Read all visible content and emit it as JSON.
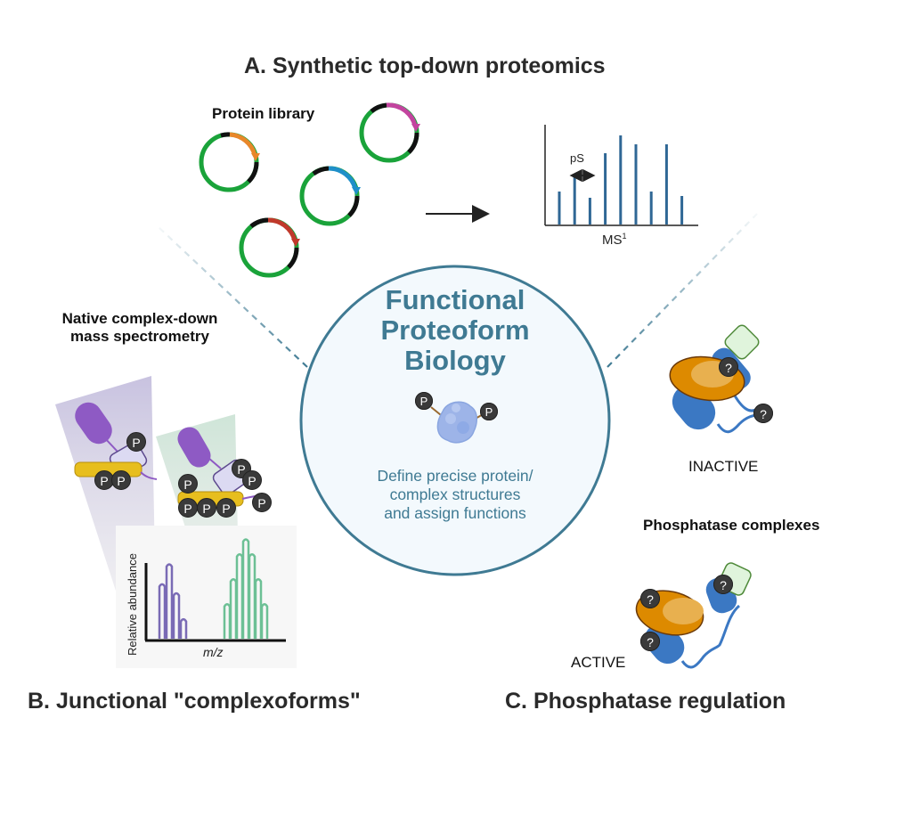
{
  "hub": {
    "title_lines": [
      "Functional",
      "Proteoform",
      "Biology"
    ],
    "description_lines": [
      "Define precise protein/",
      "complex structures",
      "and assign functions"
    ],
    "center_icon": "phosphorylated-protein-icon",
    "phospho_label": "P",
    "colors": {
      "circle_fill": "#f3f9fd",
      "circle_stroke": "#3f7a93",
      "text": "#3f7a93",
      "divider": "#3f7a93"
    }
  },
  "section_a": {
    "title": "A. Synthetic top-down proteomics",
    "library_label": "Protein library",
    "plasmids": [
      {
        "name": "plasmid-orange",
        "insert_color": "#e8872a"
      },
      {
        "name": "plasmid-magenta",
        "insert_color": "#c3449f"
      },
      {
        "name": "plasmid-blue",
        "insert_color": "#1f8fc9"
      },
      {
        "name": "plasmid-red",
        "insert_color": "#c0392b"
      }
    ],
    "plasmid_backbone_color": "#1aa33a",
    "spectrum": {
      "annotation": "pS",
      "xlabel": "MS",
      "xlabel_sup": "1",
      "relative_peaks": [
        0.37,
        0.53,
        0.3,
        0.8,
        1.0,
        0.9,
        0.37,
        0.9,
        0.32
      ],
      "bar_color": "#2f6795"
    }
  },
  "section_b": {
    "title": "B. Junctional \"complexoforms\"",
    "subtitle_lines": [
      "Native complex-down",
      "mass spectrometry"
    ],
    "phospho_label": "P",
    "plot": {
      "ylabel": "Relative abundance",
      "xlabel": "m/z",
      "purple_peaks": [
        0.55,
        0.75,
        0.46,
        0.2
      ],
      "green_peaks": [
        0.35,
        0.6,
        0.85,
        1.0,
        0.85,
        0.6,
        0.35
      ],
      "purple_color": "#7a6bb5",
      "green_color": "#6cc095"
    }
  },
  "section_c": {
    "title": "C. Phosphatase regulation",
    "complexes_label": "Phosphatase complexes",
    "inactive_label": "INACTIVE",
    "active_label": "ACTIVE",
    "unknown_site_label": "?",
    "colors": {
      "catalytic": "#dd8a00",
      "scaffold": "#3b78c3",
      "regulatory": "#e0f4dc"
    }
  }
}
